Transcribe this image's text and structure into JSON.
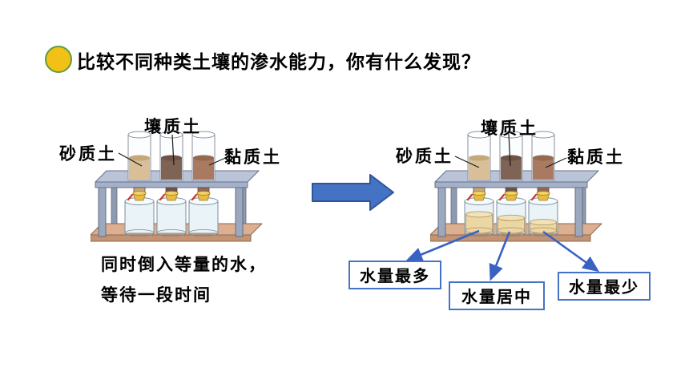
{
  "slide": {
    "title": "比较不同种类土壤的渗水能力，你有什么发现？"
  },
  "colors": {
    "bullet": "#F2C115",
    "bullet_outline": "#5E9C41",
    "accent_blue": "#4472C4",
    "arrow_fill": "#4472C4",
    "arrow_outline": "#2F5597",
    "soil_sandy": "#D8BF97",
    "soil_sandy_dark": "#C4A87C",
    "soil_loamy": "#7F6355",
    "soil_loamy_dark": "#6D5347",
    "soil_clay": "#A97A61",
    "soil_clay_dark": "#956850",
    "water": "#ECD6A3",
    "water_light": "#F2E2BA"
  },
  "left_diagram": {
    "labels": {
      "left": "砂质土",
      "top": "壤质土",
      "right": "黏质土"
    },
    "captions": [
      "同时倒入等量的水，",
      "等待一段时间"
    ],
    "water_levels": [
      0,
      0,
      0
    ]
  },
  "right_diagram": {
    "labels": {
      "left": "砂质土",
      "top": "壤质土",
      "right": "黏质土"
    },
    "water_levels": [
      0.6,
      0.48,
      0.33
    ],
    "annotations": [
      {
        "label": "水量最多",
        "target": "砂质土"
      },
      {
        "label": "水量居中",
        "target": "壤质土"
      },
      {
        "label": "水量最少",
        "target": "黏质土"
      }
    ]
  }
}
